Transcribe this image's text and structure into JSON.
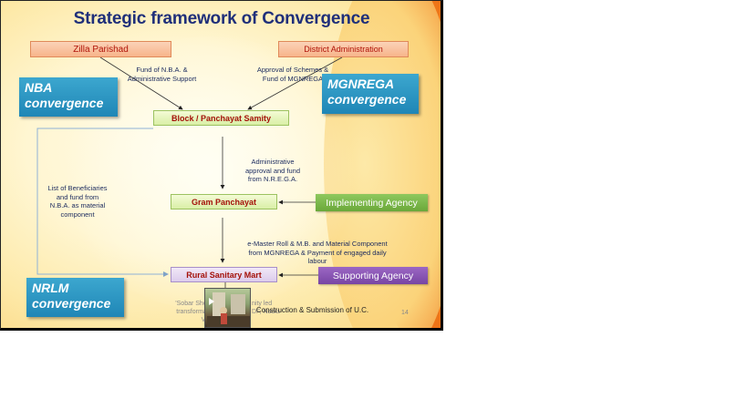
{
  "title": "Strategic framework of Convergence",
  "nodes": {
    "zilla_parishad": "Zilla Parishad",
    "district_administration": "District Administration",
    "block_panchayat_samity": "Block / Panchayat Samity",
    "gram_panchayat": "Gram Panchayat",
    "rural_sanitary_mart": "Rural Sanitary Mart",
    "implementing_agency": "Implementing Agency",
    "supporting_agency": "Supporting Agency"
  },
  "callouts": {
    "nba": [
      "NBA",
      "convergence"
    ],
    "mgnrega": [
      "MGNREGA",
      "convergence"
    ],
    "nrlm": [
      "NRLM",
      "convergence"
    ]
  },
  "edge_labels": {
    "fund_nba": [
      "Fund of N.B.A. &",
      "Administrative Support"
    ],
    "approval_mgnrega": [
      "Approval of Schemes &",
      "Fund of MGNREGA"
    ],
    "admin_approval": [
      "Administrative",
      "approval and fund",
      "from N.R.E.G.A."
    ],
    "beneficiaries": [
      "List of Beneficiaries",
      "and fund from",
      "N.B.A. as material",
      "component"
    ],
    "emaster": [
      "e-Master Roll & M.B. and Material Component",
      "from MGNREGA & Payment of engaged daily",
      "labour"
    ],
    "construction": "Construction & Submission of U.C."
  },
  "footer": {
    "faded_left": [
      "'Sobar Shouch",
      "transformation",
      "V"
    ],
    "faded_right": [
      "nity led",
      "DF, Nadia"
    ],
    "page_number": "14"
  },
  "colors": {
    "title": "#1f2f7a",
    "callout_teal": "#2a95c2",
    "implementing_green": "#7ab84a",
    "supporting_purple": "#8756b4",
    "accent_orange": "#f07a1a"
  },
  "icons": {
    "video_thumbnail": "sanitation-photo-thumbnail"
  }
}
